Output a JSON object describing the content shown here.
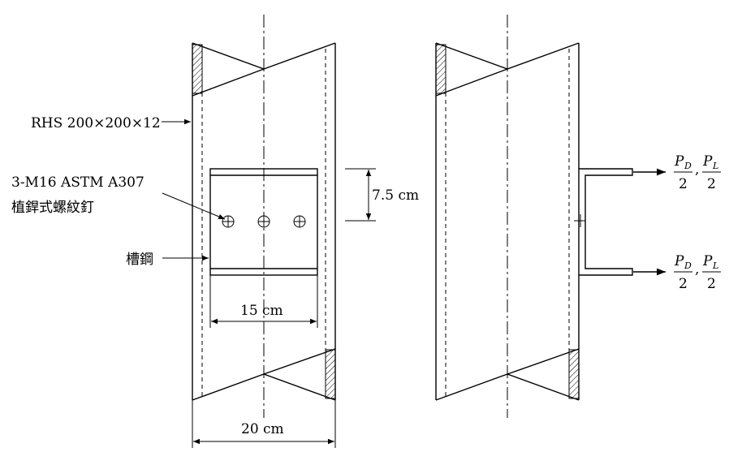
{
  "labels": {
    "section": "RHS 200×200×12",
    "bolts_line1": "3-M16 ASTM A307",
    "bolts_line2": "植銲式螺紋釘",
    "channel": "槽鋼",
    "dim_vertical": "7.5 cm",
    "dim_channel_width": "15 cm",
    "dim_column_width": "20 cm"
  },
  "load": {
    "P": "P",
    "sub_D": "D",
    "sub_L": "L",
    "denominator": "2",
    "separator": ","
  }
}
